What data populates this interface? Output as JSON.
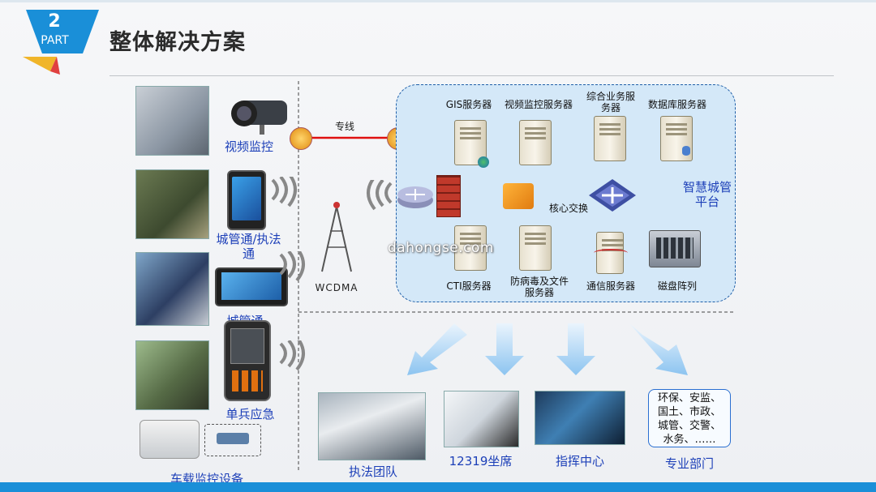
{
  "badge": {
    "number": "2",
    "text": "PART"
  },
  "title": "整体解决方案",
  "terminals": {
    "video": "视频监控",
    "cgt": "城管通/执法通",
    "pad": "城管通",
    "single": "单兵应急",
    "vehicle": "车载监控设备"
  },
  "network": {
    "line_label": "专线",
    "wcdma": "WCDMA"
  },
  "servers": {
    "gis": "GIS服务器",
    "video": "视频监控服务器",
    "business": "综合业务服务器",
    "database": "数据库服务器",
    "cti": "CTI服务器",
    "antivirus": "防病毒及文件服务器",
    "comm": "通信服务器",
    "disk": "磁盘阵列"
  },
  "switch_label": "核心交换",
  "platform_label": "智慧城管平台",
  "watermark": "dahongse.com",
  "outputs": {
    "team": "执法团队",
    "hotline": "12319坐席",
    "command": "指挥中心",
    "dept": "专业部门"
  },
  "dept_box": {
    "line1": "环保、安监、",
    "line2": "国土、市政、",
    "line3": "城管、交警、",
    "line4": "水务、……"
  },
  "colors": {
    "accent_blue": "#1c3fb8",
    "bar_blue": "#1a8fd8",
    "line_red": "#e01010",
    "platform_fill": "#d4e8f8"
  }
}
